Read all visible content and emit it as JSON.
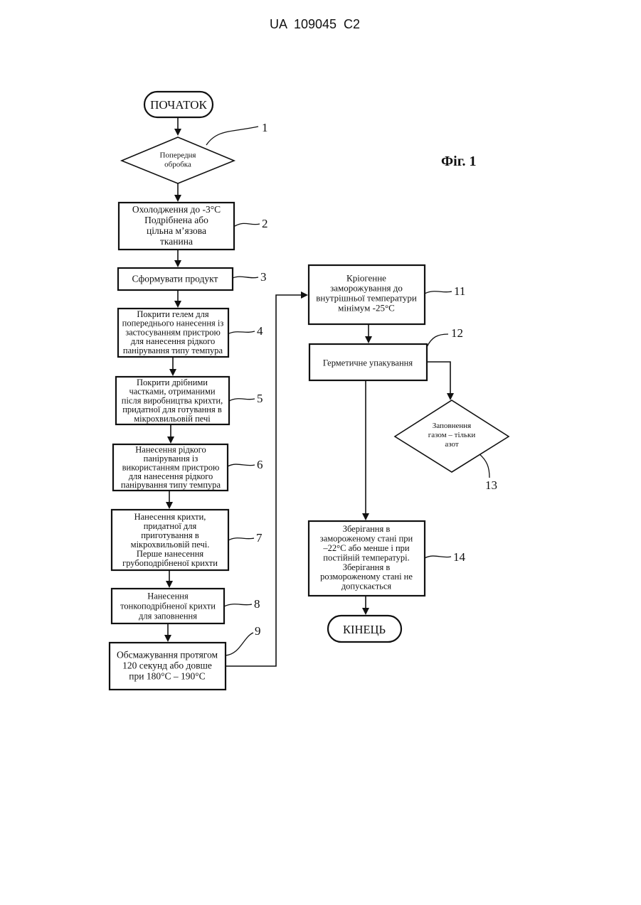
{
  "header": {
    "doc_id": "UA  109045  C2"
  },
  "figure_label": "Фіг. 1",
  "nodes": {
    "start": {
      "lines": [
        "ПОЧАТОК"
      ]
    },
    "n1": {
      "lines": [
        "Попередня",
        "обробка"
      ],
      "ref": "1"
    },
    "n2": {
      "lines": [
        "Охолодження до -3°С",
        "Подрібнена або",
        "цільна м’язова",
        "тканина"
      ],
      "ref": "2"
    },
    "n3": {
      "lines": [
        "Сформувати продукт"
      ],
      "ref": "3"
    },
    "n4": {
      "lines": [
        "Покрити гелем для",
        "попереднього нанесення із",
        "застосуванням пристрою",
        "для нанесення рідкого",
        "панірування типу темпура"
      ],
      "ref": "4"
    },
    "n5": {
      "lines": [
        "Покрити дрібними",
        "частками, отриманими",
        "після виробництва крихти,",
        "придатної для готування в",
        "мікрохвильовій печі"
      ],
      "ref": "5"
    },
    "n6": {
      "lines": [
        "Нанесення рідкого",
        "панірування із",
        "використанням пристрою",
        "для нанесення рідкого",
        "панірування типу темпура"
      ],
      "ref": "6"
    },
    "n7": {
      "lines": [
        "Нанесення крихти,",
        "придатної для",
        "приготування в",
        "мікрохвильовій печі.",
        "Перше нанесення",
        "грубоподрібненої крихти"
      ],
      "ref": "7"
    },
    "n8": {
      "lines": [
        "Нанесення",
        "тонкоподрібненої крихти",
        "для заповнення"
      ],
      "ref": "8"
    },
    "n9": {
      "lines": [
        "Обсмажування протягом",
        "120 секунд або довше",
        "при 180°С – 190°С"
      ],
      "ref": "9"
    },
    "n11": {
      "lines": [
        "Кріогенне",
        "заморожування до",
        "внутрішньої температури",
        "мінімум -25°С"
      ],
      "ref": "11"
    },
    "n12": {
      "lines": [
        "Герметичне упакування"
      ],
      "ref": "12"
    },
    "n13": {
      "lines": [
        "Заповнення",
        "газом – тільки",
        "азот"
      ],
      "ref": "13"
    },
    "n14": {
      "lines": [
        "Зберігання в",
        "замороженому стані при",
        "–22°С або менше і при",
        "постійній температурі.",
        "Зберігання в",
        "розмороженому стані не",
        "допускається"
      ],
      "ref": "14"
    },
    "end": {
      "lines": [
        "КІНЕЦЬ"
      ]
    }
  }
}
